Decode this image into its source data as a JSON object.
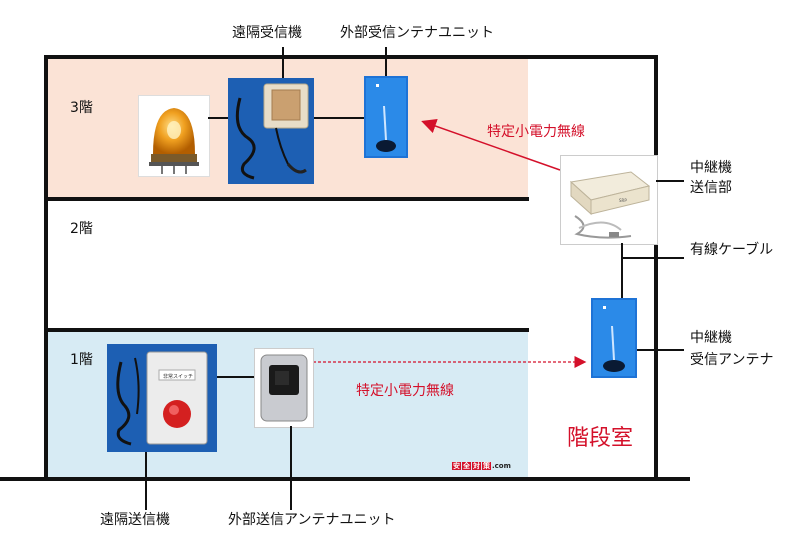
{
  "floors": {
    "f3": "3階",
    "f2": "2階",
    "f1": "1階"
  },
  "labels": {
    "remote_receiver": "遠隔受信機",
    "external_receiver_antenna": "外部受信ンテナユニット",
    "wireless_top": "特定小電力無線",
    "relay_transmitter": [
      "中継機",
      "送信部"
    ],
    "wired_cable": "有線ケーブル",
    "relay_receiver_antenna": [
      "中継機",
      "受信アンテナ"
    ],
    "wireless_bottom": "特定小電力無線",
    "stairwell": "階段室",
    "remote_transmitter": "遠隔送信機",
    "external_transmitter_antenna": "外部送信アンテナユニット",
    "switch_plate": "非常スイッチ"
  },
  "logo": {
    "kanji": [
      "安",
      "全",
      "対",
      "策"
    ],
    "suffix": ".com"
  },
  "colors": {
    "floor3_fill": "#fbe3d6",
    "floor1_fill": "#d7ebf4",
    "wireless_red": "#d4102a",
    "device_blue": "#1e73d6"
  }
}
